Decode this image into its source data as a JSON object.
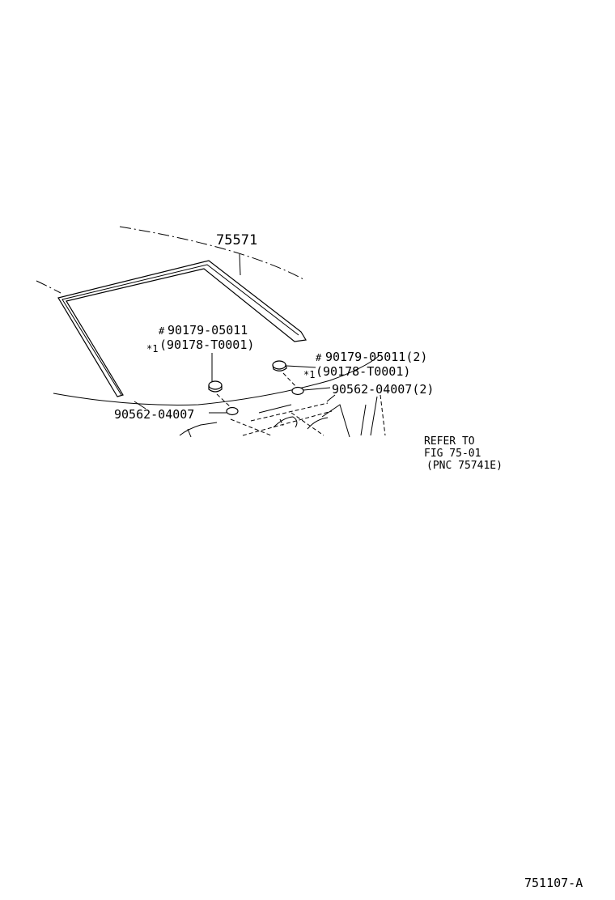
{
  "parts": {
    "molding": "75571",
    "left_clip_hash_mark": "#",
    "left_clip": "90179-05011",
    "left_clip_alt_prefix": "*1",
    "left_clip_alt": "(90178-T0001)",
    "left_nut": "90562-04007",
    "right_clip_hash_mark": "#",
    "right_clip": "90179-05011(2)",
    "right_clip_alt_prefix": "*1",
    "right_clip_alt": "(90178-T0001)",
    "right_nut": "90562-04007(2)"
  },
  "reference": {
    "line1": "REFER TO",
    "line2": "FIG 75-01",
    "line3": "(PNC 75741E)"
  },
  "figure_code": "751107-A"
}
